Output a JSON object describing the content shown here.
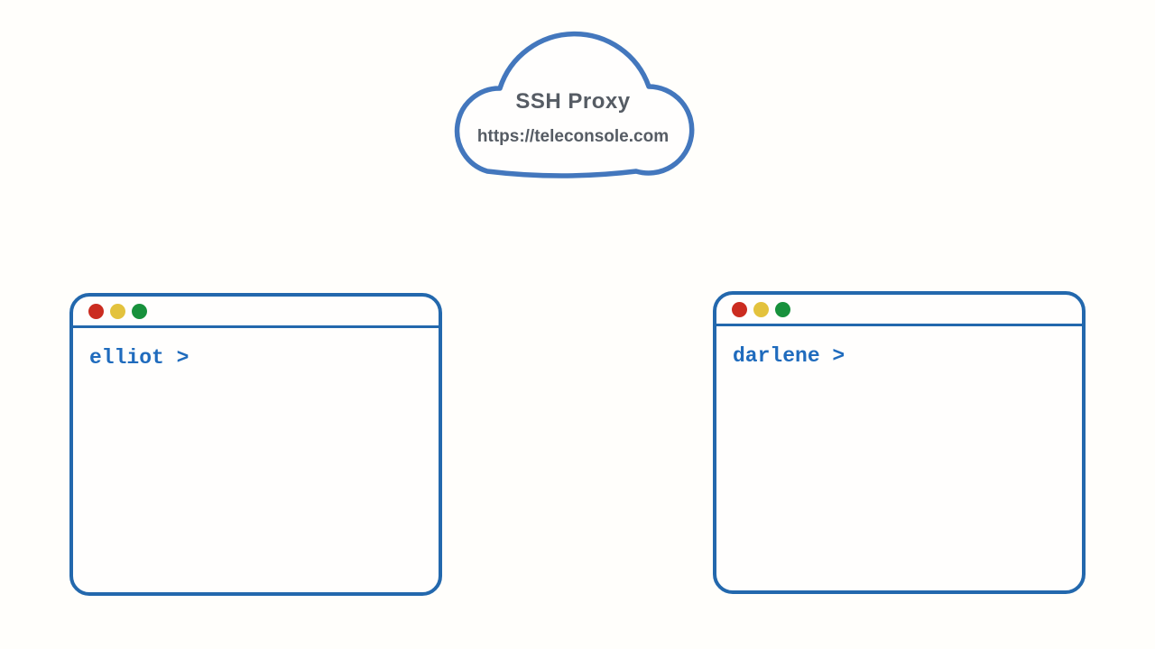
{
  "page": {
    "background_color": "#fffefb"
  },
  "cloud": {
    "title": "SSH Proxy",
    "url": "https://teleconsole.com",
    "outline_color": "#4377bd",
    "fill_color": "#fffefd",
    "text_color": "#565c64"
  },
  "terminals": [
    {
      "user": "elliot",
      "prompt": "elliot >"
    },
    {
      "user": "darlene",
      "prompt": "darlene >"
    }
  ],
  "terminal_style": {
    "outline_color": "#2368ad",
    "prompt_color": "#1f6bbd",
    "traffic_lights": [
      {
        "name": "close-dot",
        "color": "#cb2c20"
      },
      {
        "name": "minimize-dot",
        "color": "#e3c23d"
      },
      {
        "name": "maximize-dot",
        "color": "#17913c"
      }
    ]
  }
}
